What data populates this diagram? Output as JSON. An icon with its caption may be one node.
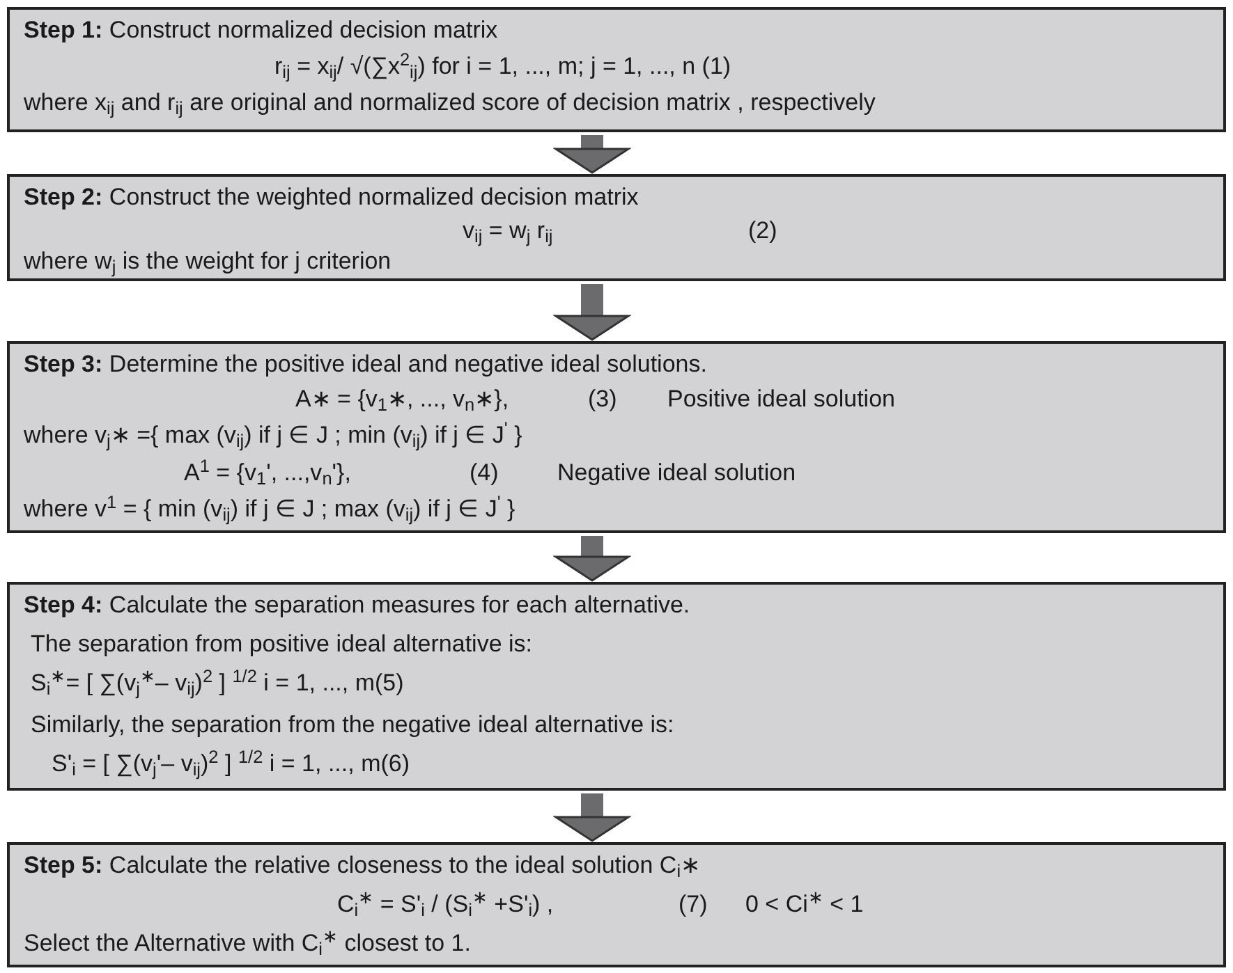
{
  "diagram": {
    "nodes": [
      {
        "text": [
          "**Step 1:** Construct normalized decision matrix",
          "r$_{ij}$ = x$_{ij}$/ √(∑x$^{2}$$_{ij}$) for i = 1, ..., m; j = 1, ..., n (1)",
          "where x$_{ij}$ and r$_{ij}$ are original and normalized score of decision matrix , respectively"
        ]
      },
      {
        "text": [
          "**Step 2:** Construct the weighted normalized decision matrix",
          "v$_{ij}$ = w$_{j}$ r$_{ij}$",
          "(2)",
          "where w$_{j}$ is the weight for j criterion"
        ]
      },
      {
        "text": [
          "**Step 3:** Determine the positive ideal and negative ideal solutions.",
          "A∗ = {v$_{1}$∗, ..., v$_{n}$∗},",
          "(3)",
          "Positive ideal solution",
          "where v$_{j}$∗ ={ max (v$_{ij}$) if j ∈ J ; min (v$_{ij}$) if j ∈ J$^{'}$ }",
          "A$^{1}$ = {v$_{1}$', ...,v$_{n}$'},",
          "(4)",
          "Negative ideal solution",
          "where v$^{1}$ = { min (v$_{ij}$) if j ∈ J ; max (v$_{ij}$) if j ∈ J$^{'}$ }"
        ]
      },
      {
        "text": [
          "**Step 4:** Calculate the separation measures for each alternative.",
          "The separation from positive ideal alternative is:",
          "S$_{i}$$^{∗}$= [ ∑(v$_{j}$$^{∗}$– v$_{ij}$)$^{2}$ ] $^{1/2}$ i = 1, ..., m(5)",
          "Similarly, the separation from the negative ideal alternative is:",
          "S'$_{i}$ = [ ∑(v$_{j}$'– v$_{ij}$)$^{2}$ ] $^{1/2}$ i = 1, ..., m(6)"
        ]
      },
      {
        "text": [
          "**Step 5:** Calculate the relative closeness to the ideal solution C$_{i}$∗",
          "C$_{i}$$^{∗}$ = S'$_{i}$ / (S$_{i}$$^{∗}$ +S'$_{i}$) ,",
          "(7)",
          "0 < Ci$^{∗}$ < 1",
          "Select the Alternative with C$_{i}$$^{∗}$ closest to 1."
        ]
      }
    ],
    "edges": [
      {
        "from": 0,
        "to": 1,
        "arrow": "to"
      },
      {
        "from": 1,
        "to": 2,
        "arrow": "to"
      },
      {
        "from": 2,
        "to": 3,
        "arrow": "to"
      },
      {
        "from": 3,
        "to": 4,
        "arrow": "to"
      }
    ]
  }
}
